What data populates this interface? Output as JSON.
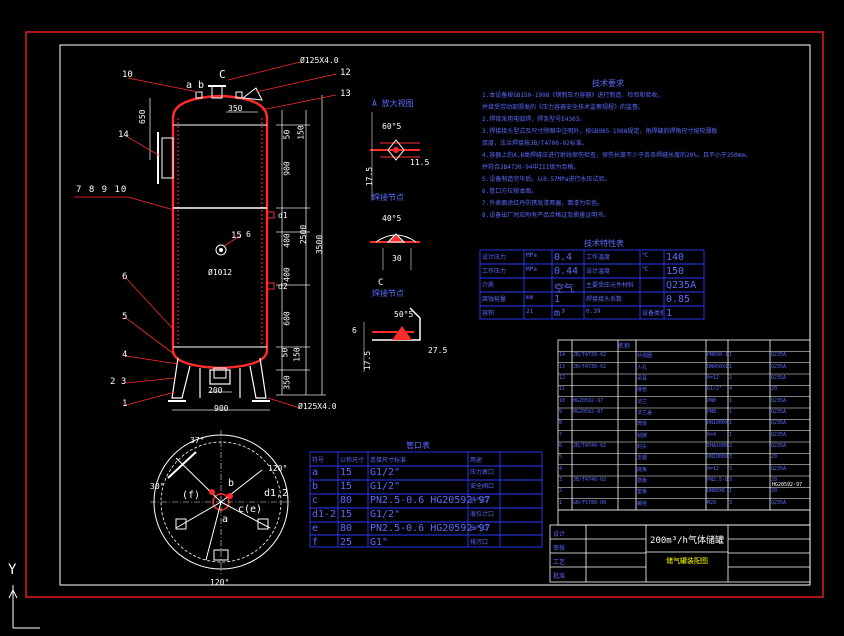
{
  "colors": {
    "background": "#000000",
    "frame": "#e01e1e",
    "line": "#ffffff",
    "dim": "#e3e3e3",
    "vessel": "#ff2a2a",
    "blue": "#2a3cff",
    "text_white": "#ffffff",
    "text_blue": "#5a6bff",
    "yellow": "#ffff00"
  },
  "vessel": {
    "top_callouts": {
      "c_label": "C",
      "ab_label": "a b",
      "n10": "10",
      "n12": "12",
      "n13": "13",
      "n14": "14",
      "n15": "15",
      "n1": "1",
      "n23": "2 3",
      "n4": "4",
      "n5": "5",
      "n6": "6",
      "n78910": "7 8 9 10",
      "top_flange": "Ø125X4.0",
      "bottom_flange": "Ø125X4.0"
    },
    "dims": {
      "top_350": "350",
      "left_650": "650",
      "r_50": "50",
      "r_150": "150",
      "r_900": "900",
      "r_d1": "d1",
      "r_400a": "400",
      "r_400b": "400",
      "r_d2": "d2",
      "r_600": "600",
      "r_50b": "50",
      "r_150b": "150",
      "r_350": "350",
      "total_2500": "2500",
      "total_3500": "3500",
      "inner_6": "6",
      "diameter": "Ø1012",
      "bottom_200": "200",
      "bottom_900": "900"
    }
  },
  "sections": {
    "a_title": "A 放大视图",
    "a_angle": "60°5",
    "a_dim1": "11.5",
    "a_dim2": "17.5",
    "b_title": "焊接节点",
    "b_angle": "40°5",
    "b_dim": "30",
    "c_title": "焊接节点",
    "c_label": "C",
    "c_dim1": "6",
    "c_dim2": "27.5",
    "c_dim3": "17.5",
    "c_angle": "50°5"
  },
  "plan_view": {
    "angle_top": "37°",
    "angle_left": "30°",
    "angle_right": "120°",
    "angle_bottom": "120°",
    "label_f": "(f)",
    "label_b": "b",
    "label_d12": "d1,2",
    "label_ce": "c(e)",
    "label_a": "a"
  },
  "tech_req": {
    "title": "技术要求",
    "lines": [
      "1.本设备按GB150-1998《钢制压力容器》进行制造、检验和验收。",
      "   并接受劳动部颁发的《压力容器安全技术监察规程》的监督。",
      "2.焊接采用电弧焊，焊条型号E4303。",
      "3.焊接接头型式及尺寸除图中注明外，按GB985-1988规定，角焊缝的焊角尺寸按较薄板",
      "   厚度，法兰焊接按JB/T4700-92标准。",
      "4.容器上的A,B类焊缝应进行射线探伤检查，探伤长度不少于各条焊缝长度的20%，且不小于250mm。",
      "   并符合JB4730-94中III级为合格。",
      "5.设备制造完毕后，以0.57MPa进行水压试验。",
      "6.管口方位按本图。",
      "7.外表面涂红丹防锈底漆两遍，面漆为灰色。",
      "8.设备出厂时应附有产品合格证及质量证明书。"
    ]
  },
  "design_table": {
    "title": "技术特性表",
    "rows": [
      [
        "设计压力",
        "MPa",
        "0.4",
        "工作温度",
        "℃",
        "140"
      ],
      [
        "工作压力",
        "MPa",
        "0.44",
        "设计温度",
        "℃",
        "150"
      ],
      [
        "介质",
        "",
        "空气",
        "主要受压元件材料",
        "",
        "Q235A"
      ],
      [
        "腐蚀裕量",
        "mm",
        "1",
        "焊接接头系数",
        "",
        "0.85"
      ],
      [
        "容积",
        "21",
        "m³",
        "0.39",
        "设备类别",
        "1"
      ]
    ]
  },
  "nozzle_table": {
    "title": "管口表",
    "headers": [
      "符号",
      "公称尺寸",
      "连接尺寸标准",
      "用途"
    ],
    "rows": [
      [
        "a",
        "15",
        "G1/2\"",
        "压力表口"
      ],
      [
        "b",
        "15",
        "G1/2\"",
        "安全阀口"
      ],
      [
        "c",
        "80",
        "PN2.5-0.6  HG20592-97",
        "进气口"
      ],
      [
        "d1-2",
        "15",
        "G1/2\"",
        "液位计口"
      ],
      [
        "e",
        "80",
        "PN2.5-0.6  HG20592-97",
        "出气口"
      ],
      [
        "f",
        "25",
        "G1\"",
        "排污口"
      ]
    ]
  },
  "parts_list": {
    "rows": [
      [
        "14",
        "JB/T4736-02",
        "补强圈",
        "PN600-1.6",
        "1",
        "Q235A"
      ],
      [
        "13",
        "JB/T4736-02",
        "人孔",
        "DN450X12",
        "1",
        "Q235A"
      ],
      [
        "12",
        "",
        "吊耳",
        "δ=12",
        "2",
        "Q235A"
      ],
      [
        "11",
        "",
        "接管",
        "G1/2\"",
        "4",
        "20"
      ],
      [
        "10",
        "HG20592-97",
        "法兰",
        "PN8",
        "1",
        "Q235A"
      ],
      [
        "9",
        "HG20592-97",
        "法兰盖",
        "PN8",
        "1",
        "Q235A"
      ],
      [
        "8",
        "",
        "筒体",
        "DN1000X6",
        "1",
        "Q235A"
      ],
      [
        "7",
        "",
        "铭牌",
        "δ=4",
        "1",
        "Q235A"
      ],
      [
        "6",
        "JB/T4746-02",
        "封头",
        "EHA1000X6",
        "2",
        "Q235A"
      ],
      [
        "5",
        "",
        "支腿",
        "DN1000X6",
        "3",
        "20"
      ],
      [
        "4",
        "",
        "底板",
        "δ=12",
        "3",
        "Q235A"
      ],
      [
        "3",
        "JB/T4746-02",
        "筋板",
        "PN2.5-80",
        "3",
        "20"
      ],
      [
        "2",
        "",
        "垫板",
        "DN80X6",
        "1",
        "20"
      ],
      [
        "1",
        "GB/T5780-00",
        "螺栓",
        "M20",
        "3",
        "Q235A"
      ]
    ],
    "header": "名称",
    "extra_note": "HG20592-97"
  },
  "title_block": {
    "main_title": "200m³/h气体储罐",
    "sub_title": "储气罐装配图",
    "left_rows": [
      "设计",
      "审核",
      "工艺",
      "批准"
    ],
    "right_rows": [
      "",
      "",
      "",
      ""
    ]
  },
  "ucs": {
    "y_label": "Y"
  }
}
